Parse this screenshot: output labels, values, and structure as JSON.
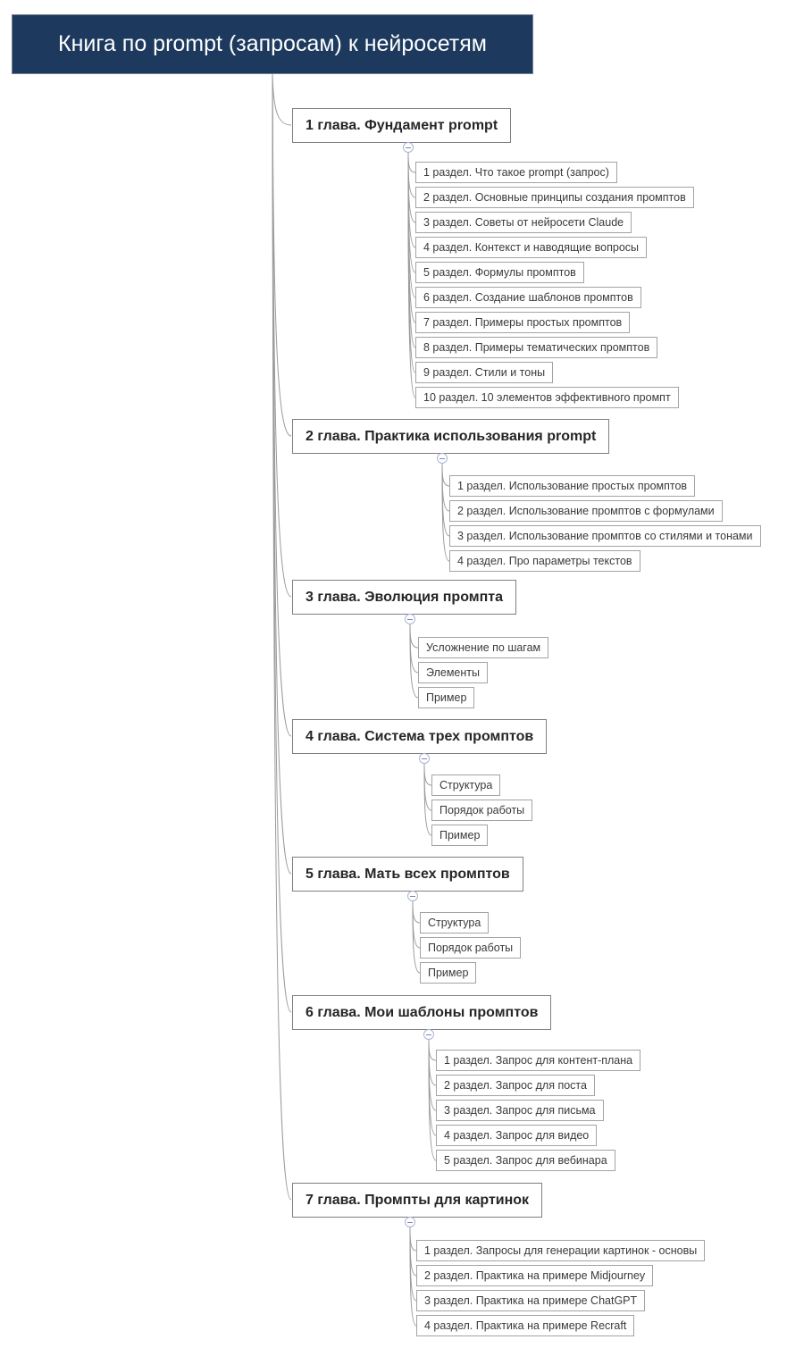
{
  "root": {
    "label": "Книга по prompt (запросам) к нейросетям"
  },
  "colors": {
    "root_bg": "#1d3a5e",
    "root_text": "#ffffff",
    "chapter_border": "#7f7f7f",
    "section_border": "#a3a3a3",
    "connector_line": "#9b9b9b",
    "collapse_ring": "#a9b5d6"
  },
  "icons": {
    "collapse": "minus-circle-icon"
  },
  "chapters": [
    {
      "label": "1 глава. Фундамент prompt",
      "sections": [
        "1 раздел. Что такое prompt (запрос)",
        "2 раздел. Основные принципы создания промптов",
        "3 раздел. Советы от нейросети Claude",
        "4 раздел. Контекст и наводящие вопросы",
        "5 раздел. Формулы промптов",
        "6 раздел. Создание шаблонов промптов",
        "7 раздел. Примеры простых промптов",
        "8 раздел. Примеры тематических промптов",
        "9 раздел. Стили и тоны",
        "10 раздел. 10 элементов эффективного промпт"
      ]
    },
    {
      "label": "2 глава. Практика использования prompt",
      "sections": [
        "1 раздел. Использование простых промптов",
        "2 раздел. Использование промптов с формулами",
        "3 раздел. Использование промптов со стилями и тонами",
        "4 раздел. Про параметры текстов"
      ]
    },
    {
      "label": "3 глава. Эволюция промпта",
      "sections": [
        "Усложнение по шагам",
        "Элементы",
        "Пример"
      ]
    },
    {
      "label": "4 глава. Система трех промптов",
      "sections": [
        "Структура",
        "Порядок работы",
        "Пример"
      ]
    },
    {
      "label": "5 глава. Мать всех промптов",
      "sections": [
        "Структура",
        "Порядок работы",
        "Пример"
      ]
    },
    {
      "label": "6 глава. Мои шаблоны промптов",
      "sections": [
        "1 раздел. Запрос для контент-плана",
        "2 раздел. Запрос для поста",
        "3 раздел. Запрос для письма",
        "4 раздел. Запрос для видео",
        "5 раздел. Запрос для вебинара"
      ]
    },
    {
      "label": "7 глава. Промпты для картинок",
      "sections": [
        "1 раздел. Запросы для генерации картинок - основы",
        "2 раздел. Практика на примере Midjourney",
        "3 раздел. Практика на примере ChatGPT",
        "4 раздел. Практика на примере Recraft"
      ]
    }
  ]
}
